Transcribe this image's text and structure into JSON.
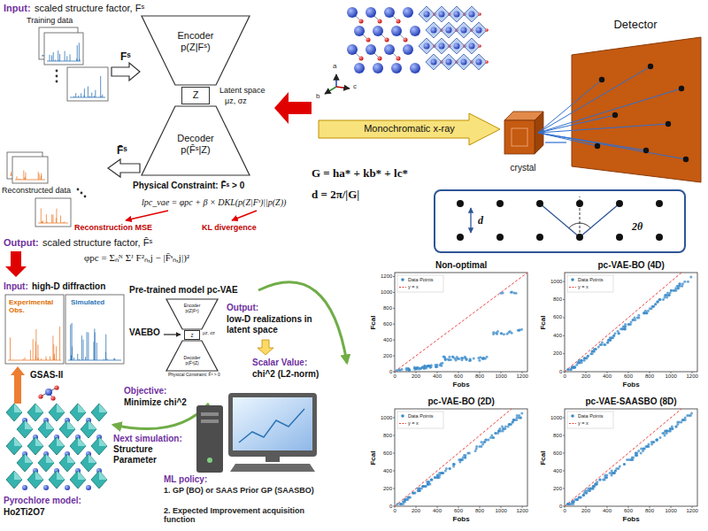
{
  "diagram": {
    "nodes": [
      {
        "text": [
          "Encoder",
          "p(Z|Fˢ)"
        ]
      },
      {
        "text": [
          "Z"
        ]
      },
      {
        "text": [
          "Decoder",
          "p(F̄ˢ|Z)"
        ]
      },
      {
        "text": [
          "Monochromatic x-ray"
        ]
      },
      {
        "text": [
          "crystal"
        ]
      },
      {
        "text": [
          "Detector"
        ]
      },
      {
        "text": [
          "d",
          "2θ"
        ]
      },
      {
        "text": [
          "Encoder",
          "p(Z|Fˢ)"
        ]
      },
      {
        "text": [
          "Z"
        ]
      },
      {
        "text": [
          "Decoder",
          "p(F̄ˢ|Z)"
        ]
      }
    ],
    "edges": [
      {
        "from": 4,
        "to": 5,
        "arrow": "none"
      }
    ],
    "labels": [
      "Input:",
      "scaled structure factor, Fˢ",
      "Training data",
      "Fˢ",
      "Latent space",
      "μz, σz",
      "F̄ˢ",
      "Physical Constraint: F̄ˢ > 0",
      "Reconstructed data",
      "lpc_vae = φpc + β × DKL(p(Z|Fˢ)||p(Z))",
      "Reconstruction MSE",
      "KL divergence",
      "Output:",
      "scaled structure factor, F̄ˢ",
      "φpc = Σₙᴺ Σᴶ F²ₙ,j − |F̄ˢₙ,j|)²",
      "a",
      "b",
      "c",
      "G = ha* + kb* + lc*",
      "d = 2π/|G|",
      "Input:",
      "high-D diffraction",
      "Experimental Obs.",
      "Simulated",
      "Pre-trained model pc-VAE",
      "VAEBO",
      "μz, σz",
      "Physical Constraint: F̄ˢ > 0",
      "Output:",
      "low-D realizations in latent space",
      "Scalar Value:",
      "chi^2 (L2-norm)",
      "GSAS-II",
      "Objective:",
      "Minimize chi^2",
      "Next simulation:",
      "Structure Parameter",
      "ML policy:",
      "1. GP (BO) or SAAS Prior GP (SAASBO)",
      "2. Expected Improvement acquisition function",
      "Pyrochlore model:",
      "Ho2Ti2O7",
      "Non-optimal",
      "Fcal",
      "Fobs",
      "0",
      "200",
      "400",
      "600",
      "800",
      "1000",
      "1200",
      "0",
      "200",
      "400",
      "600",
      "800",
      "1000",
      "1200",
      "pc-VAE-BO (4D)",
      "Fcal",
      "Fobs",
      "0",
      "200",
      "400",
      "600",
      "800",
      "1000",
      "1200",
      "0",
      "200",
      "400",
      "600",
      "800",
      "1000",
      "pc-VAE-BO (2D)",
      "Fcal",
      "Fobs",
      "0",
      "200",
      "400",
      "600",
      "800",
      "1000",
      "1200",
      "0",
      "200",
      "400",
      "600",
      "800",
      "1000",
      "pc-VAE-SAASBO (8D)",
      "Fcal",
      "Fobs",
      "0",
      "200",
      "400",
      "600",
      "800",
      "1000",
      "1200",
      "0",
      "200",
      "400",
      "600",
      "800",
      "1000"
    ],
    "legend": [
      {
        "text": "Data Points"
      },
      {
        "text": "y = x"
      },
      {
        "text": "Data Points"
      },
      {
        "text": "y = x"
      },
      {
        "text": "Data Points"
      },
      {
        "text": "y = x"
      },
      {
        "text": "Data Points"
      },
      {
        "text": "y = x"
      }
    ]
  }
}
